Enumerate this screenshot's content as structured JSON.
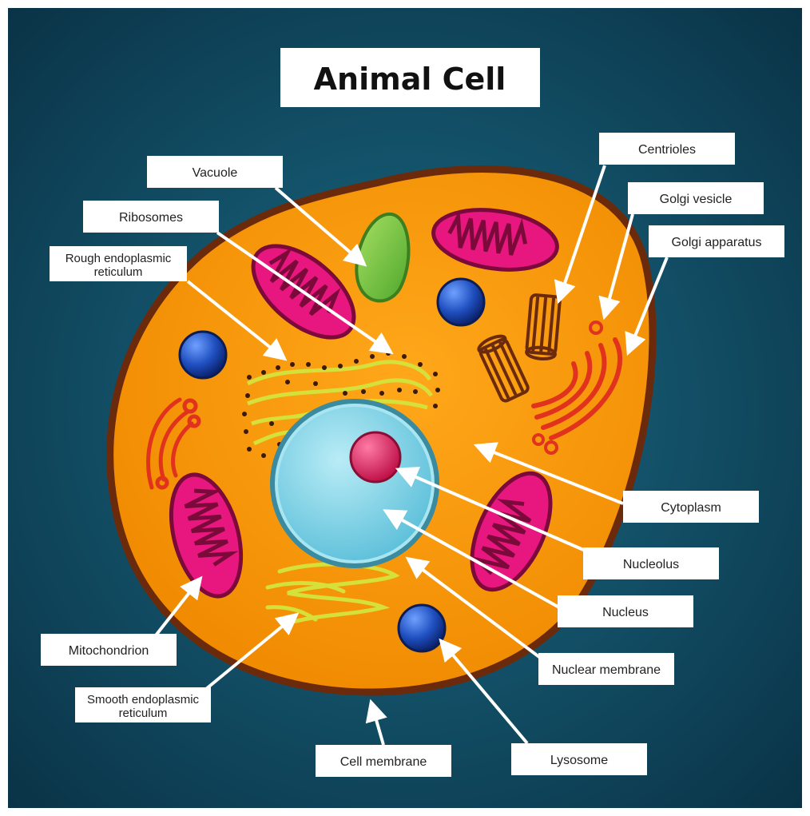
{
  "title": "Animal Cell",
  "colors": {
    "background": "#0b4a62",
    "cytoplasm": "#f7930a",
    "membrane": "#6b2a0c",
    "nucleus": "#7fd3e6",
    "nucleolus": "#e3265f",
    "mitochondrion": "#e8177f",
    "vacuole": "#7ac943",
    "lysosome": "#1f4fbf",
    "er": "#d6e03a",
    "golgi": "#e0321c"
  },
  "labels": {
    "vacuole": "Vacuole",
    "ribosomes": "Ribosomes",
    "rough_er_line1": "Rough endoplasmic",
    "rough_er_line2": "reticulum",
    "centrioles": "Centrioles",
    "golgi_vesicle": "Golgi vesicle",
    "golgi_apparatus": "Golgi apparatus",
    "cytoplasm": "Cytoplasm",
    "nucleolus": "Nucleolus",
    "nucleus": "Nucleus",
    "nuclear_membrane": "Nuclear membrane",
    "mitochondrion": "Mitochondrion",
    "smooth_er_line1": "Smooth endoplasmic",
    "smooth_er_line2": "reticulum",
    "cell_membrane": "Cell membrane",
    "lysosome": "Lysosome"
  }
}
